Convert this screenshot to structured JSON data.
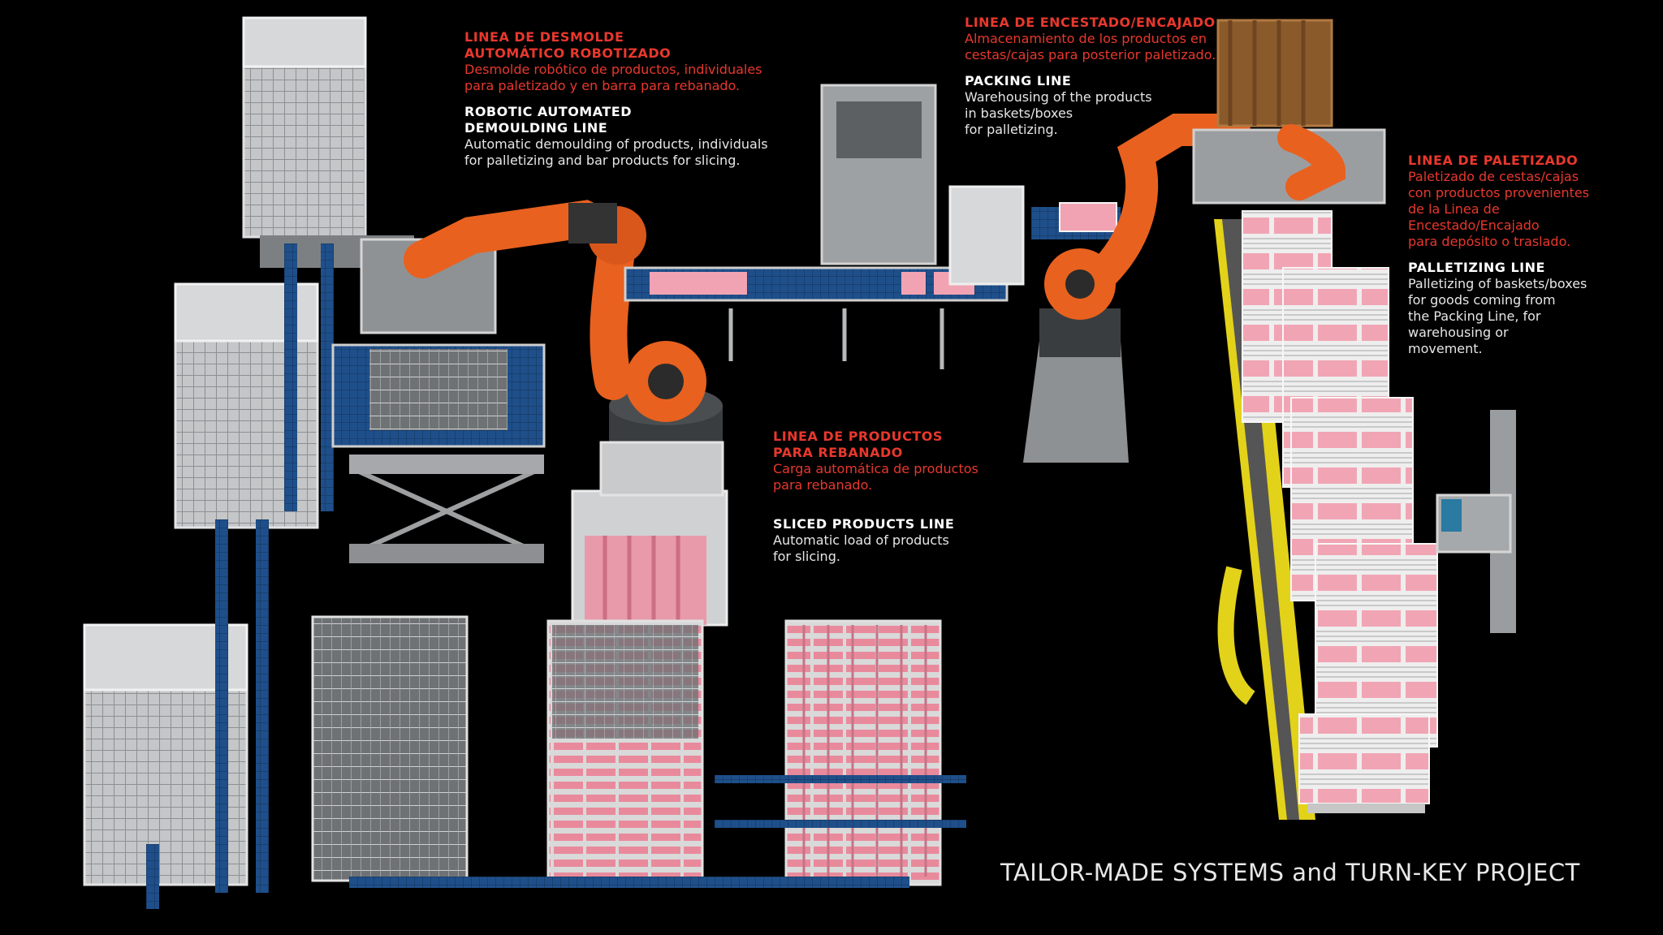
{
  "sections": {
    "demoulding": {
      "es_title": "LINEA DE DESMOLDE\nAUTOMÁTICO ROBOTIZADO",
      "es_body": "Desmolde robótico de productos, individuales\npara paletizado y en barra para rebanado.",
      "en_title": "ROBOTIC AUTOMATED\nDEMOULDING LINE",
      "en_body": "Automatic demoulding of products, individuals\nfor palletizing and bar products for slicing."
    },
    "packing": {
      "es_title": "LINEA DE ENCESTADO/ENCAJADO",
      "es_body": "Almacenamiento de los productos en\ncestas/cajas para posterior paletizado.",
      "en_title": "PACKING LINE",
      "en_body": "Warehousing of the products\nin baskets/boxes\nfor palletizing."
    },
    "palletizing": {
      "es_title": "LINEA DE PALETIZADO",
      "es_body": "Paletizado de cestas/cajas\ncon productos provenientes\nde la Linea de\nEncestado/Encajado\npara depósito o traslado.",
      "en_title": "PALLETIZING LINE",
      "en_body": "Palletizing of baskets/boxes\nfor goods coming from\nthe Packing Line, for\nwarehousing or\nmovement."
    },
    "sliced": {
      "es_title": "LINEA DE PRODUCTOS\nPARA REBANADO",
      "es_body": "Carga automática de productos\npara rebanado.",
      "en_title": "SLICED PRODUCTS LINE",
      "en_body": "Automatic load of products\nfor slicing."
    }
  },
  "tagline": "TAILOR-MADE SYSTEMS and TURN-KEY PROJECT",
  "colors": {
    "background": "#000000",
    "spanish_text": "#e8382d",
    "english_text": "#e6e6e6",
    "robot_orange": "#e8611f",
    "steel": "#b9bcbf",
    "product_pink": "#f2a3b3",
    "conveyor_blue": "#1d4f86",
    "safety_yellow": "#e3d21a",
    "pallet_wood": "#8a5a2b"
  }
}
